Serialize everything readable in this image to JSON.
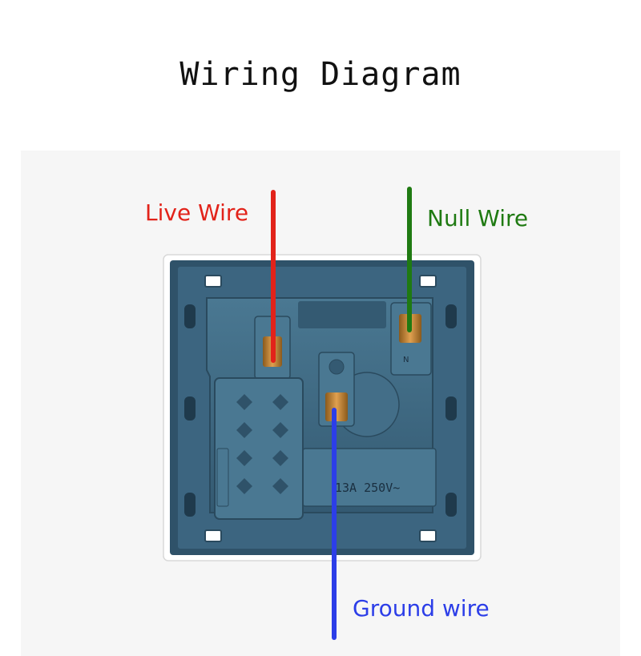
{
  "title": "Wiring Diagram",
  "labels": {
    "live": "Live Wire",
    "null": "Null Wire",
    "ground": "Ground wire"
  },
  "socket": {
    "rating": "13A 250V~",
    "terminal_mark": "N"
  },
  "colors": {
    "live": "#e2231a",
    "null": "#1f7a12",
    "ground": "#2c3ee8",
    "socket_body": "#3d6680"
  }
}
